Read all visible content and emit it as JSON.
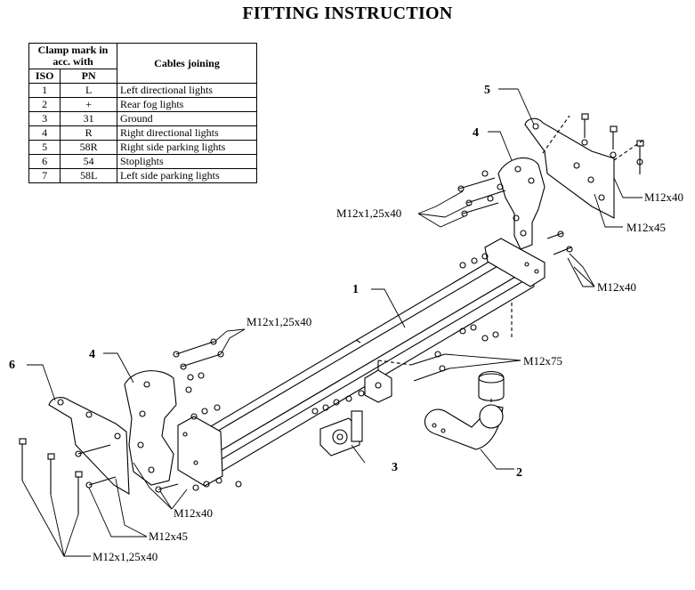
{
  "title": "FITTING INSTRUCTION",
  "table": {
    "header_clamp": "Clamp mark in acc. with",
    "header_cables": "Cables joining",
    "col_iso": "ISO",
    "col_pn": "PN",
    "rows": [
      {
        "iso": "1",
        "pn": "L",
        "desc": "Left directional lights"
      },
      {
        "iso": "2",
        "pn": "+",
        "desc": "Rear fog lights"
      },
      {
        "iso": "3",
        "pn": "31",
        "desc": "Ground"
      },
      {
        "iso": "4",
        "pn": "R",
        "desc": "Right directional lights"
      },
      {
        "iso": "5",
        "pn": "58R",
        "desc": "Right side parking lights"
      },
      {
        "iso": "6",
        "pn": "54",
        "desc": "Stoplights"
      },
      {
        "iso": "7",
        "pn": "58L",
        "desc": "Left side parking lights"
      }
    ]
  },
  "parts": {
    "p1": "1",
    "p2": "2",
    "p3": "3",
    "p4_right": "4",
    "p4_left": "4",
    "p5": "5",
    "p6": "6"
  },
  "bolts": {
    "r_m12x40_top": "M12x40",
    "r_m12x45": "M12x45",
    "r_m12x125x40": "M12x1,25x40",
    "r_m12x40_mid": "M12x40",
    "m12x75": "M12x75",
    "l_m12x125x40_top": "M12x1,25x40",
    "l_m12x40": "M12x40",
    "l_m12x45": "M12x45",
    "l_m12x125x40_bottom": "M12x1,25x40"
  }
}
